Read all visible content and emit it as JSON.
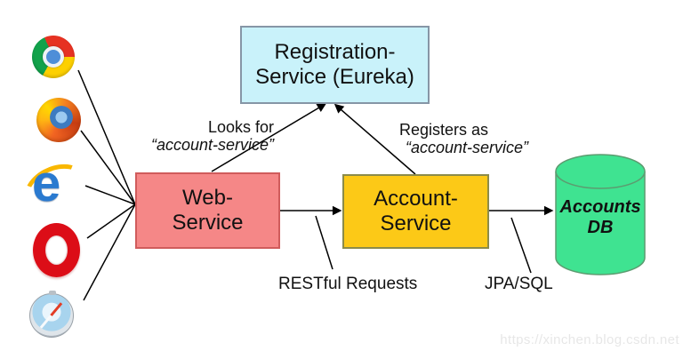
{
  "diagram": {
    "nodes": {
      "registration": {
        "line1": "Registration-",
        "line2": "Service (Eureka)",
        "fill": "#c9f2fa",
        "border": "#8696a6"
      },
      "web": {
        "line1": "Web-",
        "line2": "Service",
        "fill": "#f58787",
        "border": "#d05c5c"
      },
      "account": {
        "line1": "Account-",
        "line2": "Service",
        "fill": "#fcc917",
        "border": "#8b8b4a"
      },
      "db": {
        "line1": "Accounts",
        "line2": "DB",
        "fill": "#3fe391",
        "border": "#5c9c70"
      }
    },
    "edge_labels": {
      "looks_for": {
        "line1": "Looks for",
        "line2": "“account-service”"
      },
      "registers_as": {
        "line1": "Registers as",
        "line2": "“account-service”"
      },
      "restful": "RESTful Requests",
      "jpa": "JPA/SQL"
    },
    "browsers": [
      {
        "name": "chrome"
      },
      {
        "name": "firefox"
      },
      {
        "name": "internet-explorer",
        "glyph": "e"
      },
      {
        "name": "opera"
      },
      {
        "name": "safari"
      }
    ],
    "watermark": "https://xinchen.blog.csdn.net",
    "colors": {
      "line": "#000000",
      "text": "#111111",
      "watermark": "#e7e7e7"
    }
  }
}
